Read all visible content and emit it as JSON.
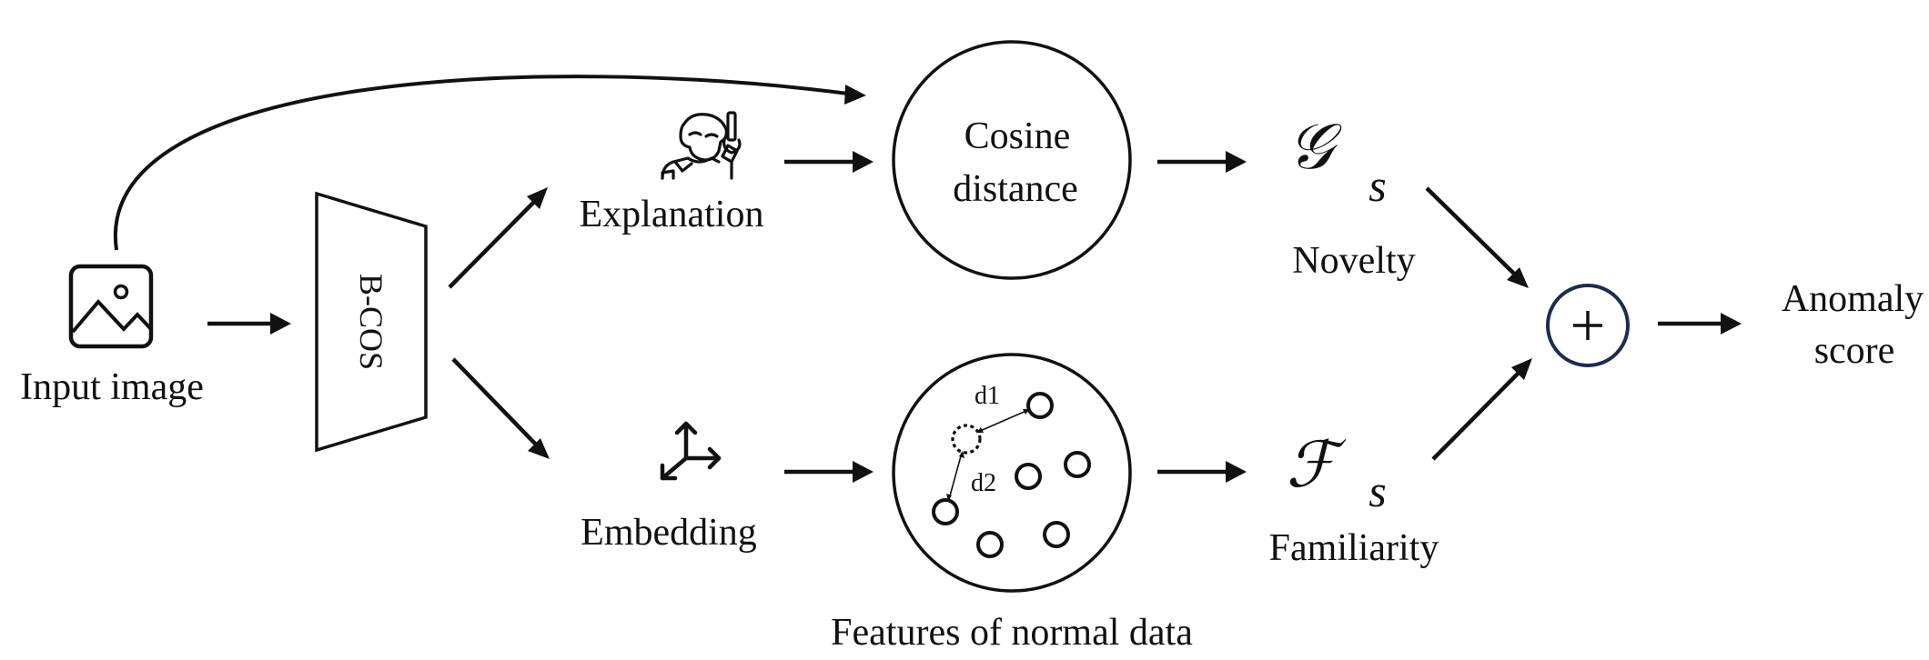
{
  "labels": {
    "input_image": "Input image",
    "bcos": "B-COS",
    "explanation": "Explanation",
    "embedding": "Embedding",
    "cosine_line1": "Cosine",
    "cosine_line2": "distance",
    "novelty": "Novelty",
    "familiarity": "Familiarity",
    "features": "Features of normal data",
    "anomaly_line1": "Anomaly",
    "anomaly_line2": "score",
    "d1": "d1",
    "d2": "d2",
    "plus": "+"
  },
  "symbols": {
    "g_letter": "𝒢",
    "f_letter": "ℱ",
    "subscript": "s"
  },
  "icons": {
    "input": "image-icon",
    "explanation": "person-pointing-icon",
    "embedding": "axes-icon"
  },
  "colors": {
    "ink": "#111111",
    "sum_ring": "#1f2a4d"
  }
}
